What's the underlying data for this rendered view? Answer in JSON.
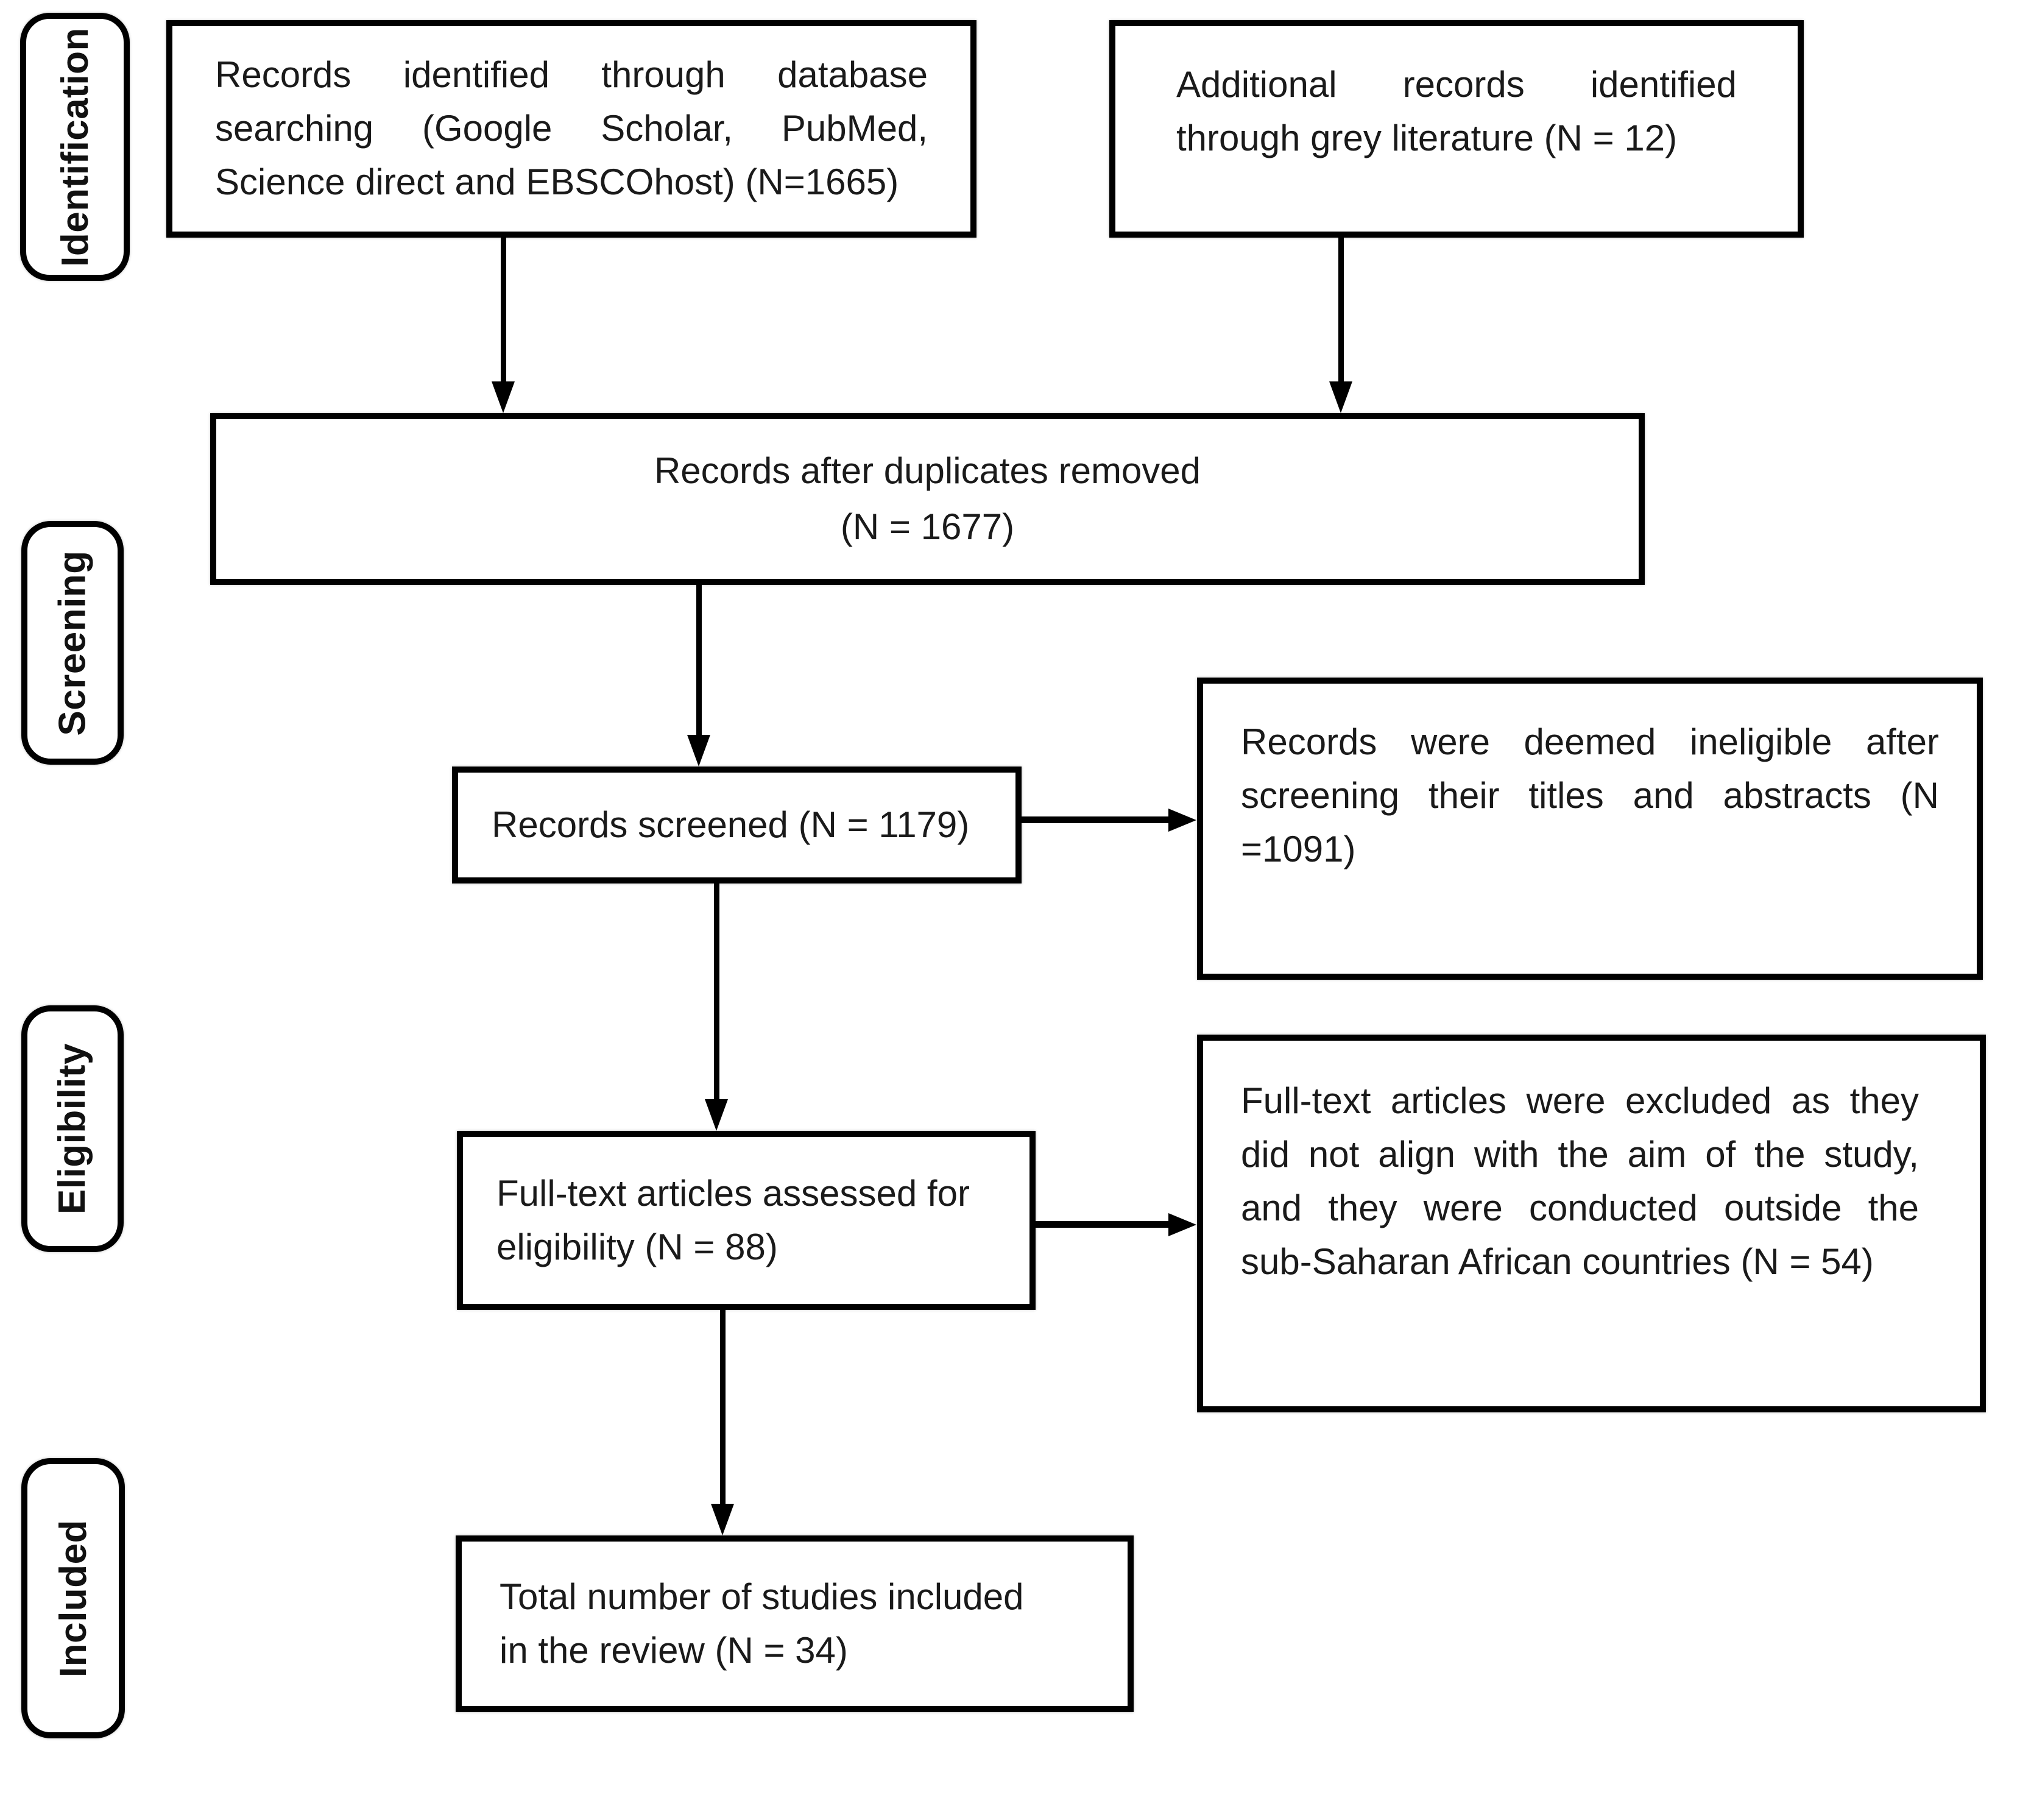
{
  "colors": {
    "line": "#000000",
    "background": "#ffffff",
    "text": "#1a1a1a"
  },
  "stage_labels": {
    "identification": "Identification",
    "screening": "Screening",
    "eligibility": "Eligibility",
    "included": "Included"
  },
  "boxes": {
    "database_records": {
      "text": "Records identified through database searching (Google Scholar, PubMed, Science direct and EBSCOhost) (N=1665)"
    },
    "grey_literature": {
      "text": "Additional records identified through grey literature (N = 12)"
    },
    "after_duplicates": {
      "line1": "Records after duplicates removed",
      "line2": "(N = 1677)"
    },
    "records_screened": {
      "text": "Records screened (N = 1179)"
    },
    "records_ineligible": {
      "text": "Records were deemed ineligible after screening their titles and abstracts (N =1091)"
    },
    "full_text_assessed": {
      "text": "Full-text articles assessed for eligibility (N = 88)"
    },
    "full_text_excluded": {
      "text": "Full-text articles were excluded as they did not align with the aim of the study, and they were conducted outside the sub-Saharan African countries (N = 54)"
    },
    "studies_included": {
      "text": "Total number of studies included in the review (N = 34)"
    }
  },
  "counts": {
    "database_records": 1665,
    "grey_literature": 12,
    "after_duplicates": 1677,
    "records_screened": 1179,
    "records_ineligible": 1091,
    "full_text_assessed": 88,
    "full_text_excluded": 54,
    "studies_included": 34
  }
}
